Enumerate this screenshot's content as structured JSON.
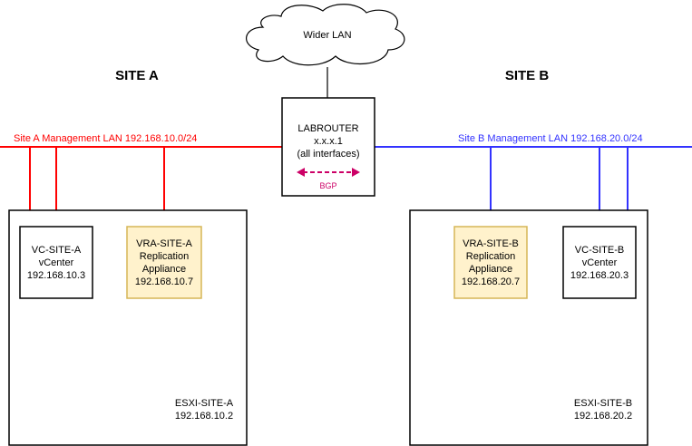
{
  "cloud": {
    "label": "Wider LAN"
  },
  "site_a": {
    "title": "SITE A",
    "lan_label": "Site A Management LAN 192.168.10.0/24",
    "lan_color": "#ff0000",
    "host": {
      "name": "ESXI-SITE-A",
      "ip": "192.168.10.2"
    },
    "vcenter": {
      "line1": "VC-SITE-A",
      "line2": "vCenter",
      "line3": "192.168.10.3"
    },
    "vra": {
      "line1": "VRA-SITE-A",
      "line2": "Replication",
      "line3": "Appliance",
      "line4": "192.168.10.7"
    }
  },
  "site_b": {
    "title": "SITE B",
    "lan_label": "Site B Management LAN 192.168.20.0/24",
    "lan_color": "#3333ff",
    "host": {
      "name": "ESXI-SITE-B",
      "ip": "192.168.20.2"
    },
    "vcenter": {
      "line1": "VC-SITE-B",
      "line2": "vCenter",
      "line3": "192.168.20.3"
    },
    "vra": {
      "line1": "VRA-SITE-B",
      "line2": "Replication",
      "line3": "Appliance",
      "line4": "192.168.20.7"
    }
  },
  "router": {
    "line1": "LABROUTER",
    "line2": "x.x.x.1",
    "line3": "(all interfaces)",
    "bgp_label": "BGP",
    "bgp_color": "#cc0066"
  },
  "colors": {
    "appliance_fill": "#fff2cc",
    "appliance_stroke": "#d6b656"
  }
}
